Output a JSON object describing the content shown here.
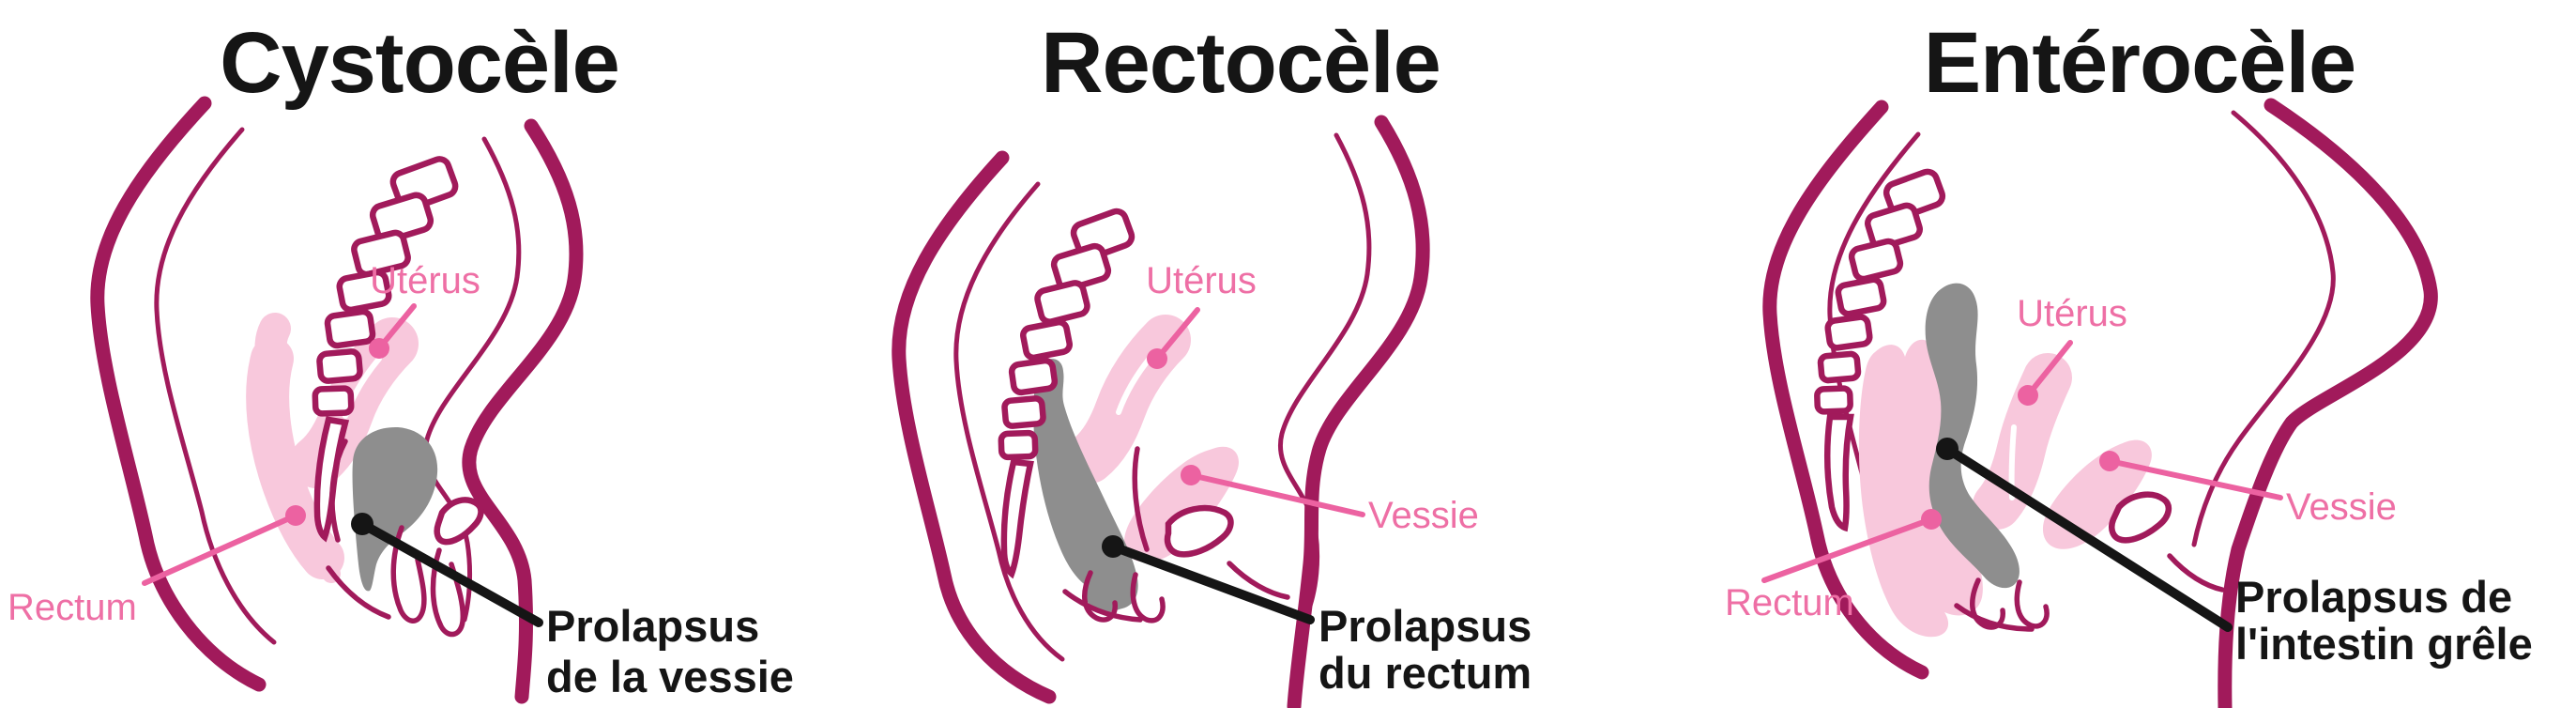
{
  "figure": {
    "description_colors": {
      "outline_magenta": "#a11a5b",
      "organ_light_pink": "#f8c8dc",
      "callout_pink": "#ec62a1",
      "label_pink_text": "#ee6fa5",
      "prolapsed_organ_gray": "#8e8e8e",
      "label_black_text": "#151515",
      "background": "#ffffff"
    }
  },
  "panels": [
    {
      "title": "Cystocèle",
      "labels": {
        "uterus": "Utérus",
        "rectum": "Rectum"
      },
      "prolapse_label": {
        "line1": "Prolapsus",
        "line2": "de la vessie"
      },
      "gray_organ": "vessie"
    },
    {
      "title": "Rectocèle",
      "labels": {
        "uterus": "Utérus",
        "vessie": "Vessie"
      },
      "prolapse_label": {
        "line1": "Prolapsus",
        "line2": "du rectum"
      },
      "gray_organ": "rectum"
    },
    {
      "title": "Entérocèle",
      "labels": {
        "uterus": "Utérus",
        "vessie": "Vessie",
        "rectum": "Rectum"
      },
      "prolapse_label": {
        "line1": "Prolapsus de",
        "line2": "l'intestin grêle"
      },
      "gray_organ": "intestin-grele"
    }
  ]
}
